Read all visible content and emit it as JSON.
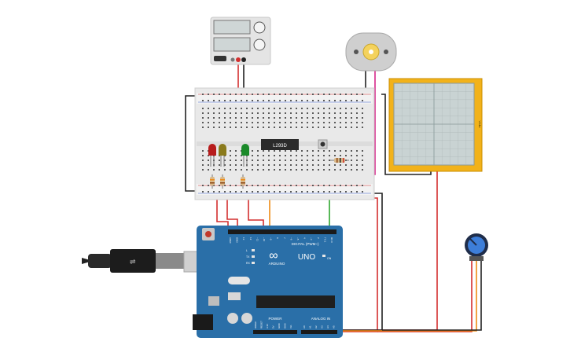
{
  "circuit": {
    "ic_label": "L293D",
    "power_supply": {
      "label": "",
      "display_a": "",
      "display_b": ""
    },
    "arduino": {
      "board_name": "UNO",
      "brand": "ARDUINO",
      "digital_header": "DIGITAL (PWM~)",
      "power_header": "POWER",
      "analog_header": "ANALOG IN",
      "digital_pins": [
        "AREF",
        "GND",
        "13",
        "12",
        "~11",
        "~10",
        "~9",
        "8",
        "7",
        "~6",
        "~5",
        "4",
        "~3",
        "2",
        "TX 1",
        "RX 0"
      ],
      "power_pins": [
        "IOREF",
        "RESET",
        "3.3V",
        "5V",
        "GND",
        "GND",
        "Vin"
      ],
      "analog_pins": [
        "A0",
        "A1",
        "A2",
        "A3",
        "A4",
        "A5"
      ],
      "led_labels": [
        "L",
        "TX",
        "RX"
      ],
      "on_label": "ON"
    },
    "oscilloscope": {
      "label": "V/div"
    },
    "leds": [
      {
        "name": "red-led",
        "color": "#b71c1c"
      },
      {
        "name": "yellow-led",
        "color": "#8a7a1c"
      },
      {
        "name": "green-led",
        "color": "#1b8a2a"
      }
    ],
    "colors": {
      "breadboard": "#e9e9e9",
      "arduino": "#2a6fa8",
      "wire_red": "#d32f2f",
      "wire_black": "#222222",
      "wire_orange": "#ef8a14",
      "wire_green": "#2fa62f",
      "wire_purple": "#5b2c9a",
      "wire_pink": "#d6288a",
      "oscilloscope_frame": "#f2b21a"
    }
  }
}
